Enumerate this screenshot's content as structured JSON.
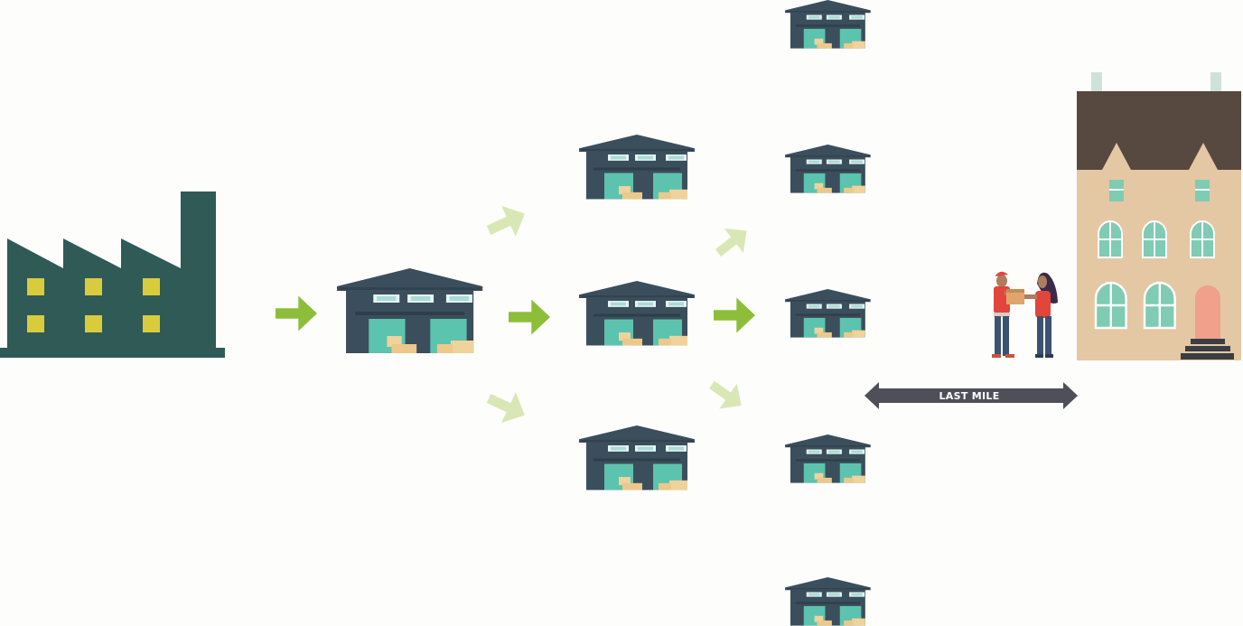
{
  "diagram": {
    "title": "",
    "colors": {
      "background": "#fdfdfc",
      "factory": "#2f5a56",
      "factory_window": "#d8cc3c",
      "warehouse": "#3b4e5c",
      "warehouse_door": "#5cc3ae",
      "warehouse_window": "#a9dcd6",
      "box": "#ecc98a",
      "arrow_strong": "#8dbe3a",
      "arrow_light": "#d9e7b5",
      "last_mile_bar": "#4e4f59",
      "house_wall": "#e3c8a3",
      "house_roof": "#574840",
      "house_window": "#7fcbb3",
      "house_door": "#f0a08b",
      "courier_shirt": "#e2453c",
      "customer_hair": "#3a2a4c"
    },
    "stages": [
      {
        "name": "factory-icon"
      },
      {
        "name": "central-warehouse-icon"
      },
      {
        "name": "regional-warehouse-icon",
        "count": 3
      },
      {
        "name": "local-warehouse-icon",
        "count": 5
      },
      {
        "name": "delivery-people-icon"
      },
      {
        "name": "house-icon"
      }
    ],
    "last_mile": {
      "label": "LAST MILE"
    }
  }
}
